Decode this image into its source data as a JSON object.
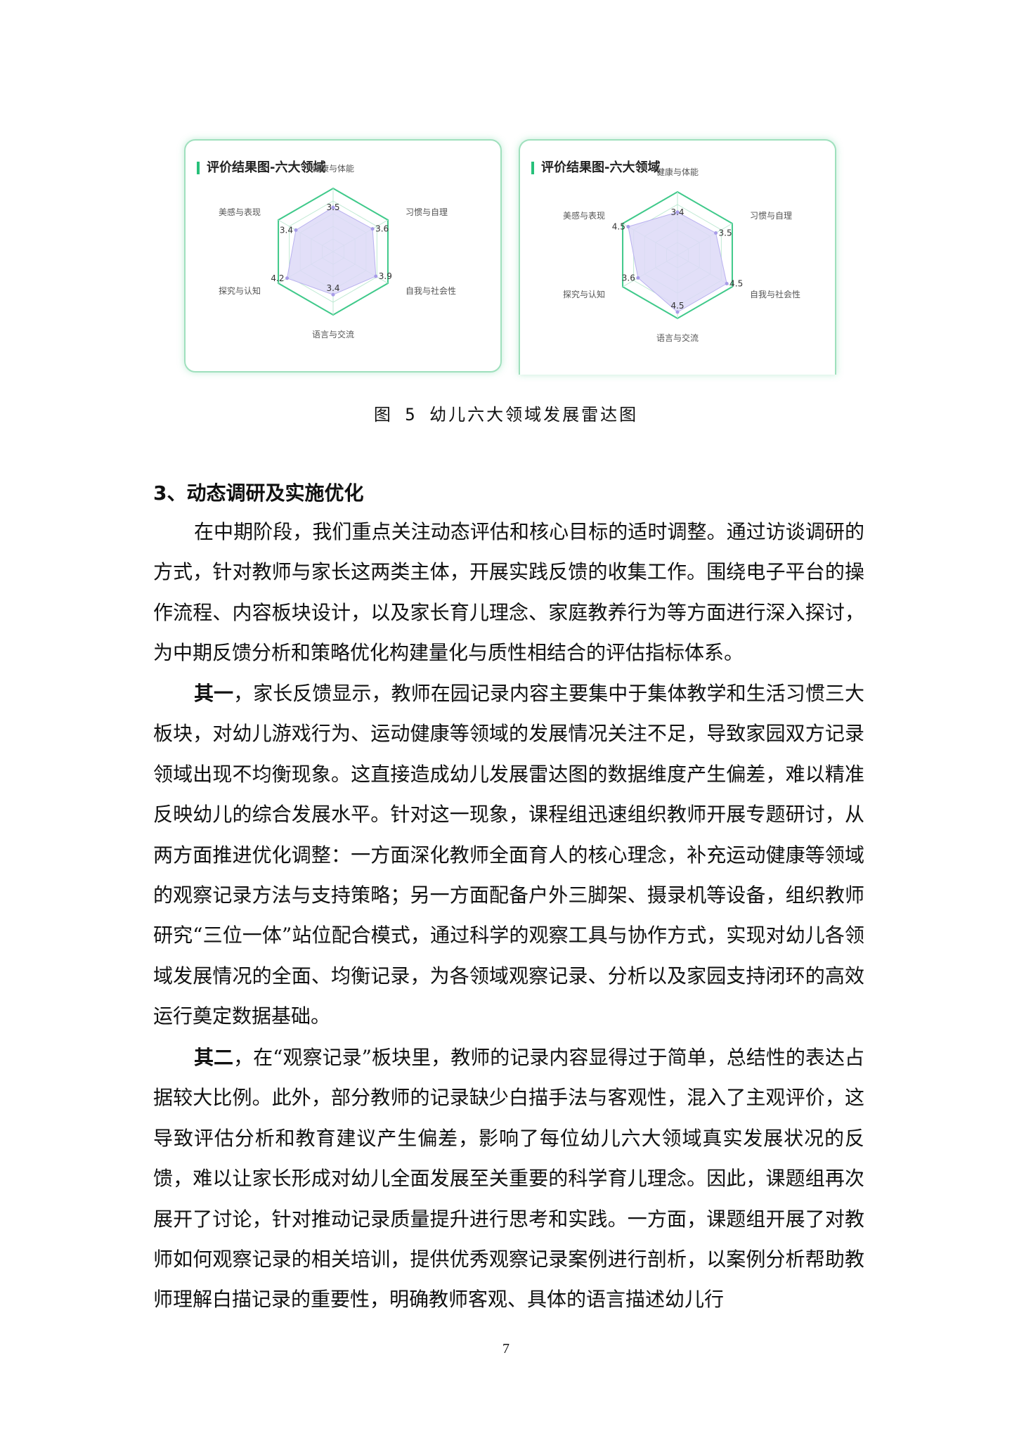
{
  "figures": [
    {
      "title": "评价结果图-六大领域",
      "chart_data": {
        "type": "radar",
        "categories": [
          "健康与体能",
          "习惯与自理",
          "自我与社会性",
          "语言与交流",
          "探究与认知",
          "美感与表现"
        ],
        "values": [
          3.5,
          3.6,
          3.9,
          3.4,
          4.2,
          3.4
        ],
        "value_labels": [
          "3.5",
          "3.6",
          "3.9",
          "3.4",
          "4.2",
          "3.4"
        ],
        "max": 5,
        "fill_color": "#ddd9f7",
        "grid_color": "#3fc98a"
      }
    },
    {
      "title": "评价结果图-六大领域",
      "chart_data": {
        "type": "radar",
        "categories": [
          "健康与体能",
          "习惯与自理",
          "自我与社会性",
          "语言与交流",
          "探究与认知",
          "美感与表现"
        ],
        "values": [
          3.4,
          3.5,
          4.5,
          4.5,
          3.6,
          4.5
        ],
        "value_labels": [
          "3.4",
          "3.5",
          "4.5",
          "4.5",
          "3.6",
          "4.5"
        ],
        "max": 5,
        "fill_color": "#ddd9f7",
        "grid_color": "#3fc98a"
      }
    }
  ],
  "caption": "图 5 幼儿六大领域发展雷达图",
  "heading": "3、动态调研及实施优化",
  "paragraphs": [
    {
      "lead": "",
      "text": "在中期阶段，我们重点关注动态评估和核心目标的适时调整。通过访谈调研的方式，针对教师与家长这两类主体，开展实践反馈的收集工作。围绕电子平台的操作流程、内容板块设计，以及家长育儿理念、家庭教养行为等方面进行深入探讨，为中期反馈分析和策略优化构建量化与质性相结合的评估指标体系。"
    },
    {
      "lead": "其一",
      "text": "，家长反馈显示，教师在园记录内容主要集中于集体教学和生活习惯三大板块，对幼儿游戏行为、运动健康等领域的发展情况关注不足，导致家园双方记录领域出现不均衡现象。这直接造成幼儿发展雷达图的数据维度产生偏差，难以精准反映幼儿的综合发展水平。针对这一现象，课程组迅速组织教师开展专题研讨，从两方面推进优化调整：一方面深化教师全面育人的核心理念，补充运动健康等领域的观察记录方法与支持策略；另一方面配备户外三脚架、摄录机等设备，组织教师研究“三位一体”站位配合模式，通过科学的观察工具与协作方式，实现对幼儿各领域发展情况的全面、均衡记录，为各领域观察记录、分析以及家园支持闭环的高效运行奠定数据基础。"
    },
    {
      "lead": "其二",
      "text": "，在“观察记录”板块里，教师的记录内容显得过于简单，总结性的表达占据较大比例。此外，部分教师的记录缺少白描手法与客观性，混入了主观评价，这导致评估分析和教育建议产生偏差，影响了每位幼儿六大领域真实发展状况的反馈，难以让家长形成对幼儿全面发展至关重要的科学育儿理念。因此，课题组再次展开了讨论，针对推动记录质量提升进行思考和实践。一方面，课题组开展了对教师如何观察记录的相关培训，提供优秀观察记录案例进行剖析，以案例分析帮助教师理解白描记录的重要性，明确教师客观、具体的语言描述幼儿行"
    }
  ],
  "page_number": "7"
}
